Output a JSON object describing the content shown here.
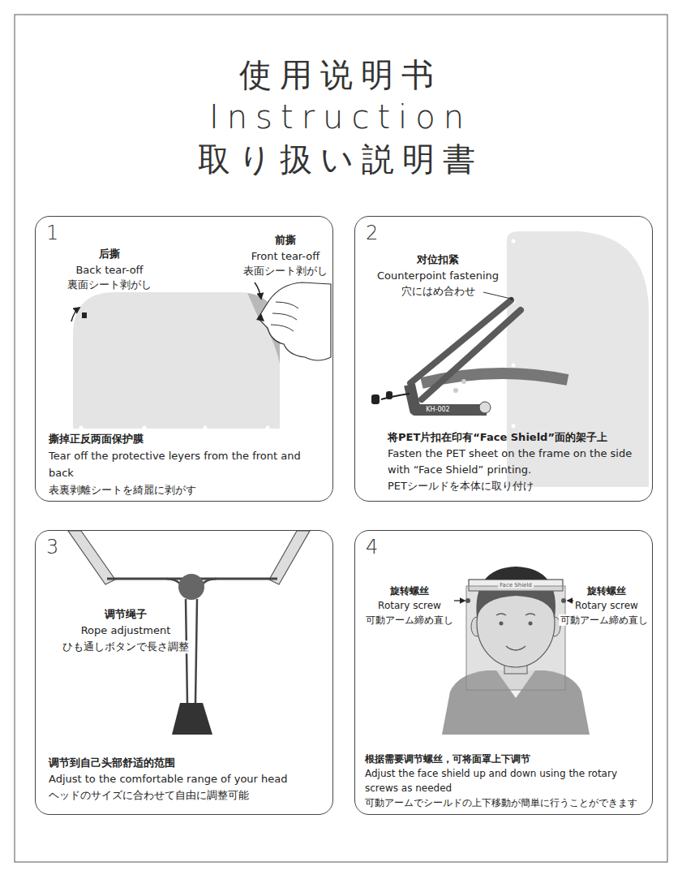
{
  "diagram": {
    "title": "使用说明书 Instruction 取り扱い説明書",
    "nodes": [
      {
        "text": [
          "1",
          "撕掉正反两面保护膜",
          "Tear off the protective leyers from the front and back",
          "表裏剥離シートを綺麗に剥がす"
        ]
      },
      {
        "text": [
          "2",
          "将PET片扣在印有“Face Shield”面的架子上",
          "Fasten the PET sheet on the frame on the side with “Face Shield” printing.",
          "PETシールドを本体に取り付け"
        ]
      },
      {
        "text": [
          "3",
          "调节到自己头部舒适的范围",
          "Adjust to the comfortable range of your head",
          "ヘッドのサイズに合わせて自由に調整可能"
        ]
      },
      {
        "text": [
          "4",
          "根据需要调节螺丝，可将面罩上下调节",
          "Adjust the face shield up and down using the rotary screws as needed",
          "可動アームでシールドの上下移動が簡単に行うことができます"
        ]
      }
    ],
    "labels": [
      "后撕",
      "Back tear-off",
      "裏面シート剥がし",
      "前撕",
      "Front tear-off",
      "表面シート剥がし",
      "对位扣紧",
      "Counterpoint fastening",
      "穴にはめ合わせ",
      "KH-002",
      "调节绳子",
      "Rope adjustment",
      "ひも通しボタンで長さ調整",
      "Face Shield",
      "旋转螺丝",
      "Rotary screw",
      "可動アーム締め直し",
      "旋转螺丝",
      "Rotary screw",
      "可動アーム締め直し"
    ]
  }
}
